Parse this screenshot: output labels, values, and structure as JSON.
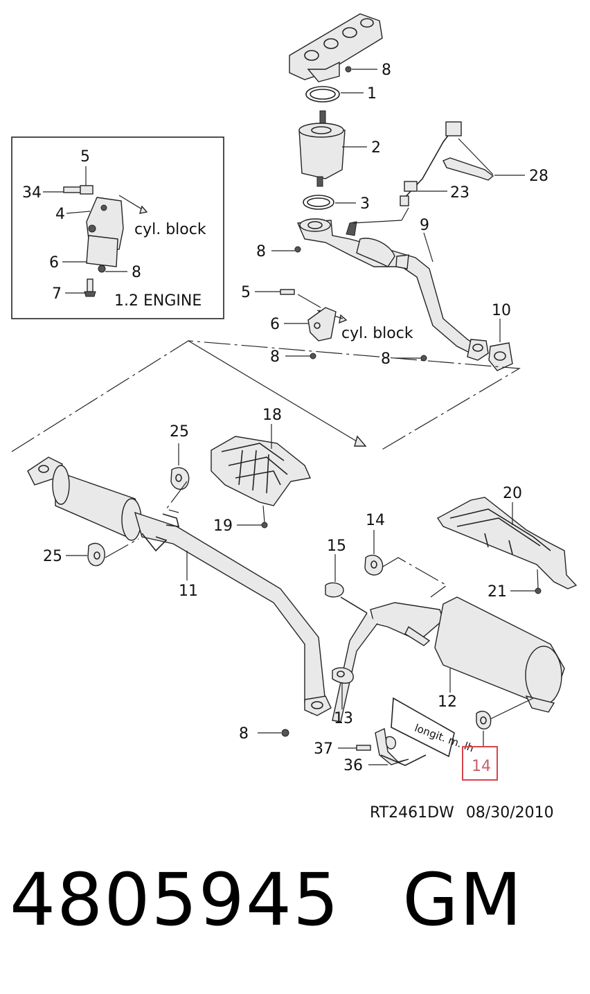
{
  "diagram": {
    "reference_code": "RT2461DW",
    "reference_date": "08/30/2010",
    "inset_engine_label": "1.2 ENGINE",
    "cyl_block_label": "cyl. block",
    "longit_label": "longit. m. lh",
    "highlighted_part": "14",
    "callouts": [
      "1",
      "2",
      "3",
      "4",
      "5",
      "6",
      "7",
      "8",
      "9",
      "10",
      "11",
      "12",
      "13",
      "14",
      "15",
      "18",
      "19",
      "20",
      "21",
      "23",
      "25",
      "28",
      "34",
      "36",
      "37"
    ]
  },
  "footer": {
    "part_number": "4805945",
    "brand": "GM"
  }
}
